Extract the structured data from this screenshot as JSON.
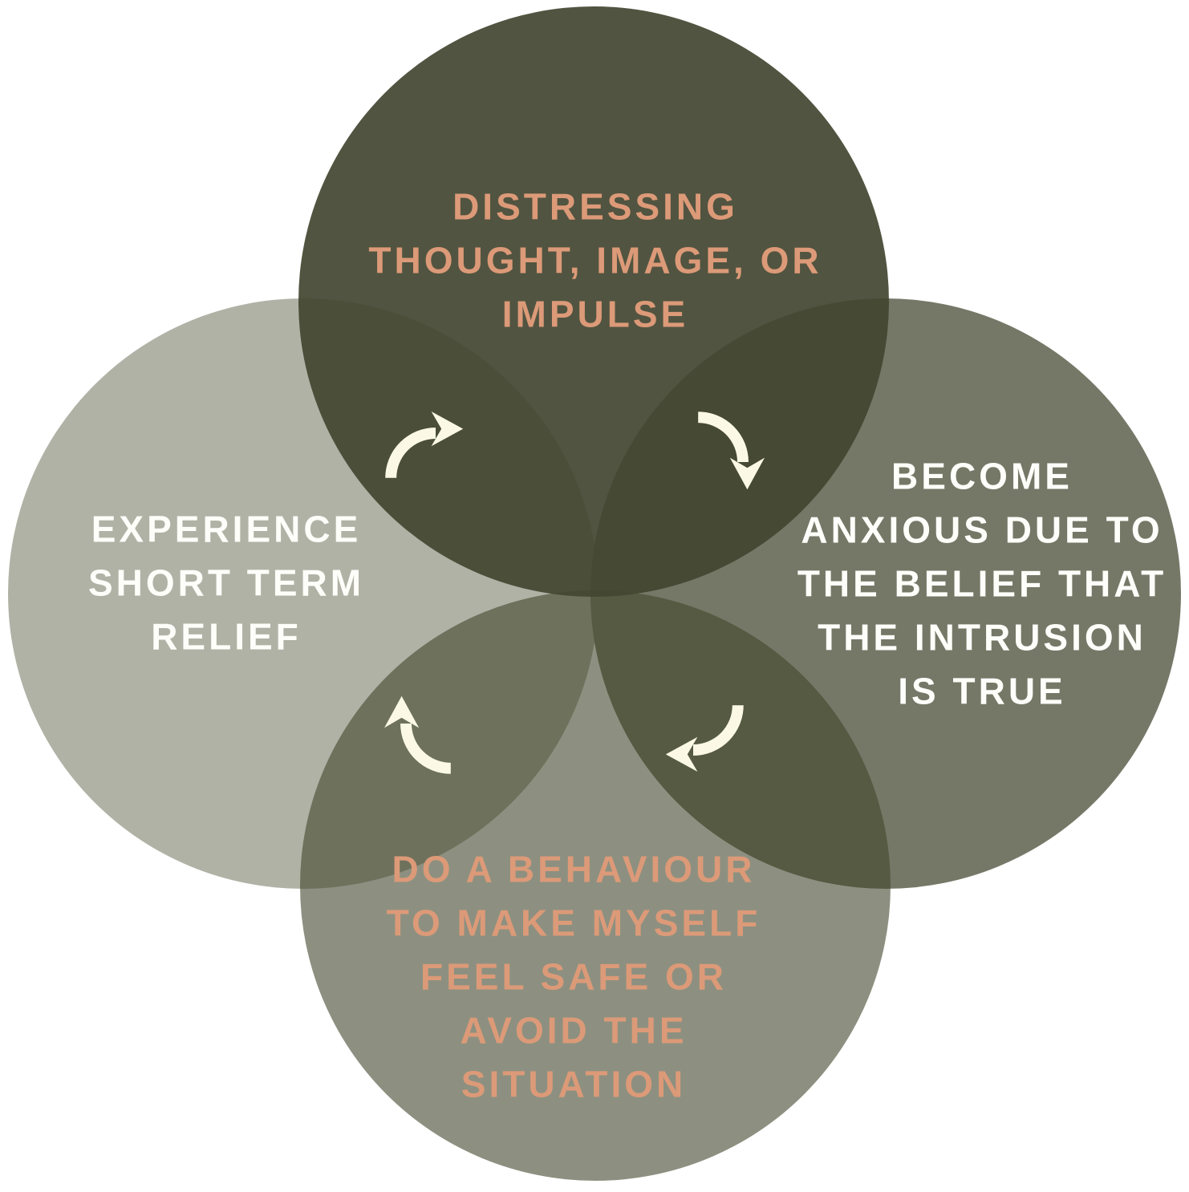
{
  "diagram": {
    "background": "#FFFFFF",
    "circles": {
      "top": {
        "lines": [
          "DISTRESSING",
          "THOUGHT, IMAGE, OR",
          "IMPULSE"
        ],
        "fill": "#515441",
        "text_color": "#DC9A78"
      },
      "right": {
        "lines": [
          "BECOME",
          "ANXIOUS DUE TO",
          "THE BELIEF THAT",
          "THE INTRUSION",
          "IS TRUE"
        ],
        "fill": "#757867",
        "text_color": "#FDFDF9"
      },
      "bottom": {
        "lines": [
          "DO A BEHAVIOUR",
          "TO MAKE MYSELF",
          "FEEL SAFE OR",
          "AVOID THE",
          "SITUATION"
        ],
        "fill": "#8D9080",
        "text_color": "#DC9A78"
      },
      "left": {
        "lines": [
          "EXPERIENCE",
          "SHORT TERM",
          "RELIEF"
        ],
        "fill": "#B1B2A6",
        "text_color": "#FDFDF9"
      }
    },
    "arrows": {
      "color": "#FBF9E6",
      "direction": "clockwise",
      "items": [
        {
          "name": "left-to-top"
        },
        {
          "name": "top-to-right"
        },
        {
          "name": "right-to-bottom"
        },
        {
          "name": "bottom-to-left"
        }
      ]
    }
  }
}
